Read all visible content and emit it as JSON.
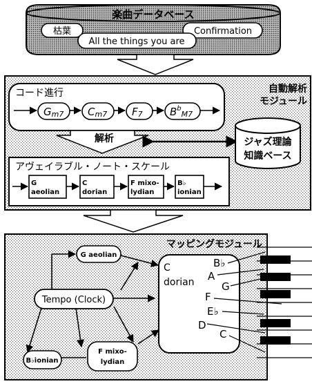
{
  "db": {
    "title": "楽曲データベース",
    "songs": [
      "枯葉",
      "Confirmation",
      "All the things you are"
    ]
  },
  "analysis": {
    "module_title_1": "自動解析",
    "module_title_2": "モジュール",
    "chord_section_title": "コード進行",
    "chords": [
      {
        "root": "G",
        "suffix": "m7"
      },
      {
        "root": "C",
        "suffix": "m7"
      },
      {
        "root": "F",
        "suffix": "7"
      },
      {
        "root": "B",
        "accidental": "b",
        "suffix": "M7"
      }
    ],
    "analyze_label": "解析",
    "kb_label_1": "ジャズ理論",
    "kb_label_2": "知識ベース",
    "scale_section_title": "アヴェイラブル・ノート・スケール",
    "scales": [
      {
        "line1": "G",
        "line2": "aeolian"
      },
      {
        "line1": "C",
        "line2": "dorian"
      },
      {
        "line1": "F mixo-",
        "line2": "lydian"
      },
      {
        "line1": "B♭",
        "line2": "ionian"
      }
    ]
  },
  "mapping": {
    "title": "マッピングモジュール",
    "tempo": "Tempo (Clock)",
    "scales": {
      "g_aeolian": "G aeolian",
      "bb_ionian": "B♭ionian",
      "f_mixolydian_1": "F mixo-",
      "f_mixolydian_2": "lydian"
    },
    "current": {
      "line1": "C",
      "line2": "dorian"
    },
    "notes": [
      "B♭",
      "A",
      "G",
      "F",
      "E♭",
      "D",
      "C"
    ]
  }
}
